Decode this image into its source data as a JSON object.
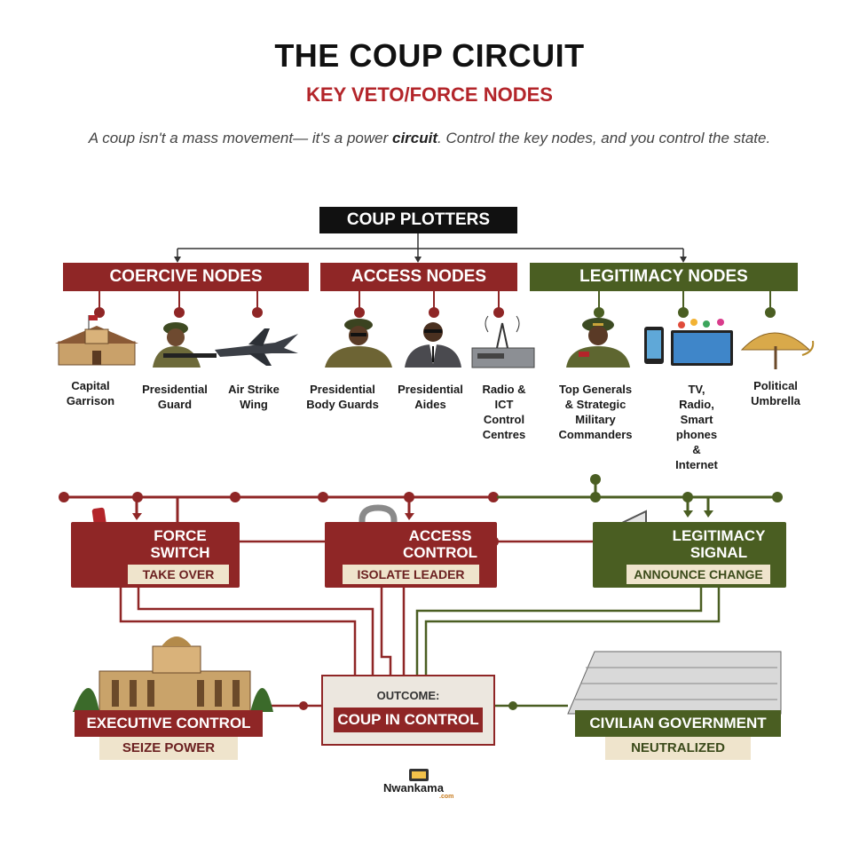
{
  "header": {
    "title": "THE COUP CIRCUIT",
    "subtitle": "KEY VETO/FORCE NODES",
    "tagline_before": "A coup isn't a mass movement— it's a power ",
    "tagline_bold": "circuit",
    "tagline_after": ". Control the key nodes, and you control the state."
  },
  "root": {
    "label": "COUP PLOTTERS"
  },
  "categories": [
    {
      "label": "COERCIVE NODES",
      "color": "#8f2626"
    },
    {
      "label": "ACCESS NODES",
      "color": "#8f2626"
    },
    {
      "label": "LEGITIMACY NODES",
      "color": "#4a5e22"
    }
  ],
  "nodes": [
    {
      "label": "Capital\nGarrison",
      "icon": "building-icon"
    },
    {
      "label": "Presidential\nGuard",
      "icon": "soldier-icon"
    },
    {
      "label": "Air Strike\nWing",
      "icon": "jet-icon"
    },
    {
      "label": "Presidential\nBody Guards",
      "icon": "officer-icon"
    },
    {
      "label": "Presidential\nAides",
      "icon": "aide-icon"
    },
    {
      "label": "Radio &\nICT\nControl\nCentres",
      "icon": "radio-tower-icon"
    },
    {
      "label": "Top Generals\n& Strategic\nMilitary\nCommanders",
      "icon": "general-icon"
    },
    {
      "label": "TV,\nRadio,\nSmart\nphones\n&\nInternet",
      "icon": "media-devices-icon"
    },
    {
      "label": "Political\nUmbrella",
      "icon": "umbrella-icon"
    }
  ],
  "switches": {
    "force": {
      "title": "FORCE\nSWITCH",
      "sub": "TAKE OVER",
      "icon": "lever-switch-icon"
    },
    "access": {
      "title": "ACCESS\nCONTROL",
      "sub": "ISOLATE LEADER",
      "icon": "padlock-icon"
    },
    "legitimacy": {
      "title": "LEGITIMACY\nSIGNAL",
      "sub": "ANNOUNCE CHANGE",
      "icon": "megaphone-icon"
    }
  },
  "outcomes": {
    "executive": {
      "title": "EXECUTIVE CONTROL",
      "sub": "SEIZE POWER",
      "icon": "palace-icon"
    },
    "center": {
      "label": "OUTCOME:",
      "title": "COUP IN CONTROL"
    },
    "civilian": {
      "title": "CIVILIAN GOVERNMENT",
      "sub": "NEUTRALIZED",
      "icon": "office-building-icon"
    }
  },
  "logo": {
    "name": "Nwankama",
    "suffix": ".com"
  },
  "colors": {
    "red": "#8f2626",
    "green": "#4a5e22",
    "cream": "#efe4cc"
  }
}
